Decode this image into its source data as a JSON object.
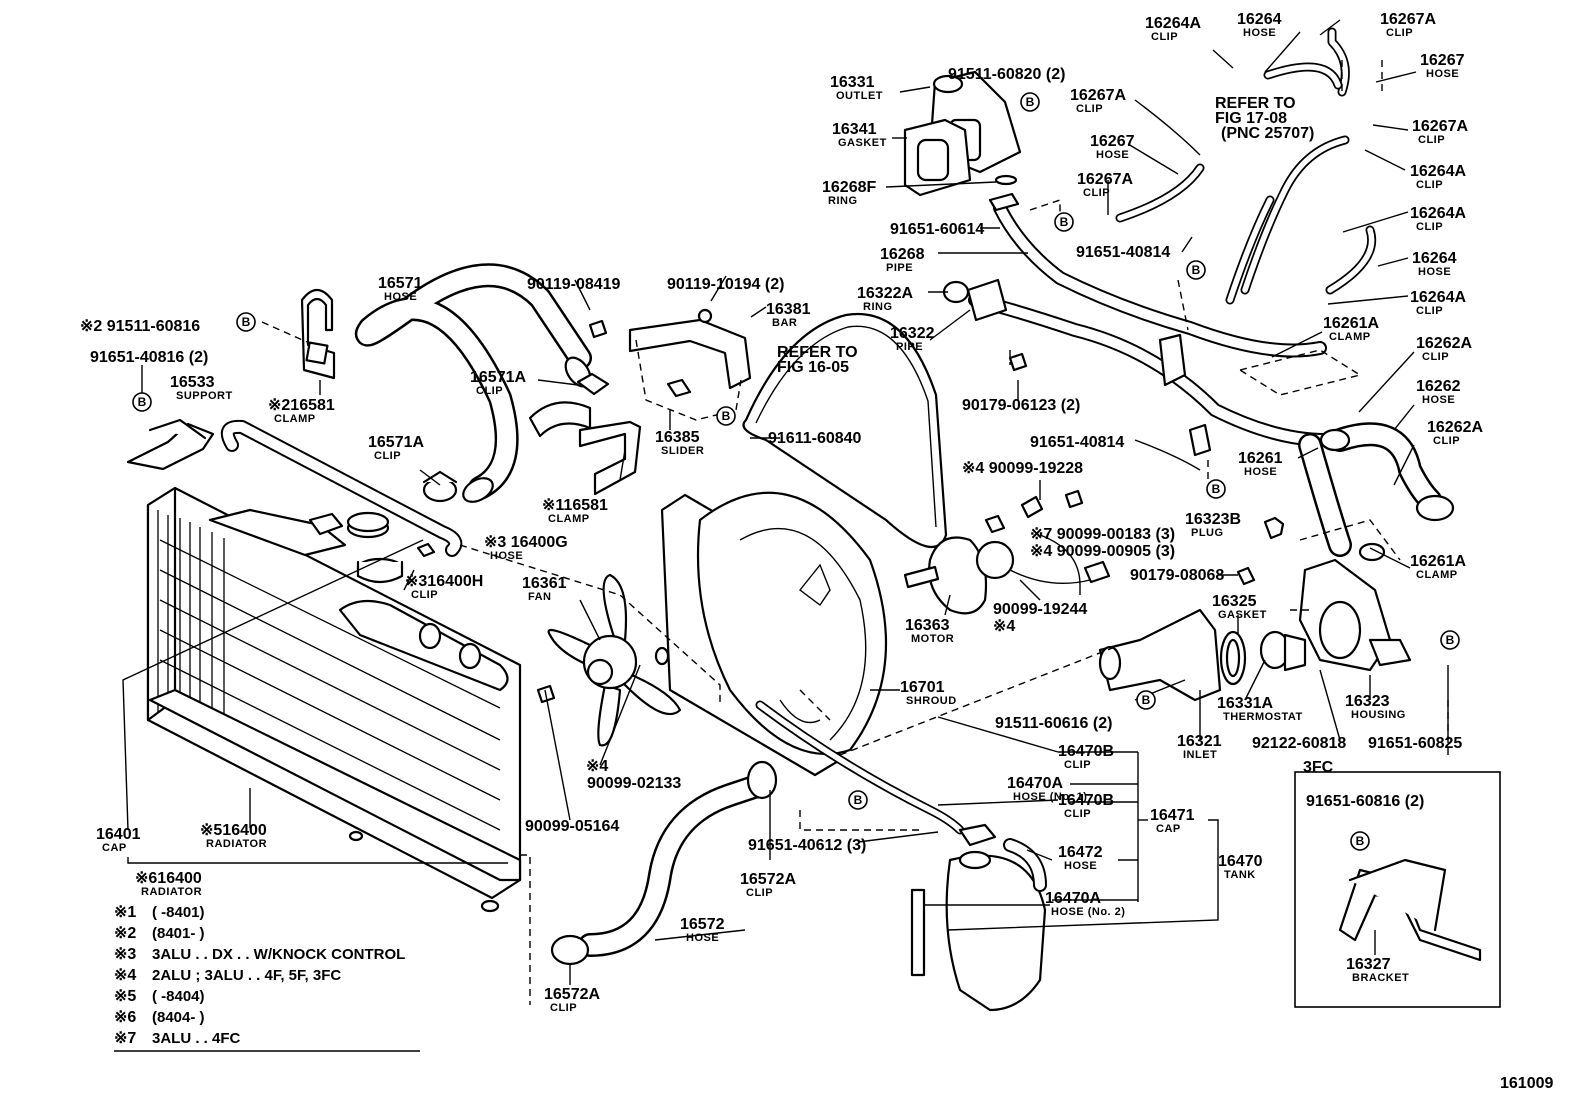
{
  "figure_number": "161009",
  "b_mark": "B",
  "callouts": [
    {
      "id": "c1",
      "part": "16264A",
      "name": "CLIP"
    },
    {
      "id": "c2",
      "part": "16264",
      "name": "HOSE"
    },
    {
      "id": "c3",
      "part": "16267A",
      "name": "CLIP"
    },
    {
      "id": "c4",
      "part": "16267",
      "name": "HOSE"
    },
    {
      "id": "c5",
      "part": "16331",
      "name": "OUTLET"
    },
    {
      "id": "c6",
      "part": "91511-60820 (2)",
      "name": ""
    },
    {
      "id": "c7",
      "part": "16267A",
      "name": "CLIP"
    },
    {
      "id": "c8",
      "part": "16341",
      "name": "GASKET"
    },
    {
      "id": "c9",
      "part": "16267",
      "name": "HOSE"
    },
    {
      "id": "c10",
      "part": "16267A",
      "name": "CLIP"
    },
    {
      "id": "c11",
      "part": "16264A",
      "name": "CLIP"
    },
    {
      "id": "c12",
      "part": "16268F",
      "name": "RING"
    },
    {
      "id": "c13",
      "part": "16267A",
      "name": "CLIP"
    },
    {
      "id": "c14",
      "part": "91651-60614",
      "name": ""
    },
    {
      "id": "c15",
      "part": "16264A",
      "name": "CLIP"
    },
    {
      "id": "c16",
      "part": "91651-40814",
      "name": ""
    },
    {
      "id": "c17",
      "part": "16264",
      "name": "HOSE"
    },
    {
      "id": "c18",
      "part": "16268",
      "name": "PIPE"
    },
    {
      "id": "c19",
      "part": "16264A",
      "name": "CLIP"
    },
    {
      "id": "c20",
      "part": "16322A",
      "name": "RING"
    },
    {
      "id": "c21",
      "part": "16571",
      "name": "HOSE"
    },
    {
      "id": "c22",
      "part": "90119-08419",
      "name": ""
    },
    {
      "id": "c23",
      "part": "90119-10194 (2)",
      "name": ""
    },
    {
      "id": "c24",
      "part": "16381",
      "name": "BAR"
    },
    {
      "id": "c25",
      "part": "16322",
      "name": "PIPE"
    },
    {
      "id": "c26",
      "part": "16261A",
      "name": "CLAMP"
    },
    {
      "id": "c27",
      "part": "16262A",
      "name": "CLIP"
    },
    {
      "id": "c28",
      "part": "※2 91511-60816",
      "name": ""
    },
    {
      "id": "c29",
      "part": "91651-40816 (2)",
      "name": ""
    },
    {
      "id": "c30",
      "part": "16533",
      "name": "SUPPORT"
    },
    {
      "id": "c31",
      "part": "※216581",
      "name": "CLAMP"
    },
    {
      "id": "c32",
      "part": "16571A",
      "name": "CLIP"
    },
    {
      "id": "c33",
      "part": "16385",
      "name": "SLIDER"
    },
    {
      "id": "c34",
      "part": "91611-60840",
      "name": ""
    },
    {
      "id": "c35",
      "part": "90179-06123 (2)",
      "name": ""
    },
    {
      "id": "c36",
      "part": "16262",
      "name": "HOSE"
    },
    {
      "id": "c37",
      "part": "16262A",
      "name": "CLIP"
    },
    {
      "id": "c38",
      "part": "16571A",
      "name": "CLIP"
    },
    {
      "id": "c39",
      "part": "91651-40814",
      "name": ""
    },
    {
      "id": "c40",
      "part": "16261",
      "name": "HOSE"
    },
    {
      "id": "c41",
      "part": "※4 90099-19228",
      "name": ""
    },
    {
      "id": "c42",
      "part": "※116581",
      "name": "CLAMP"
    },
    {
      "id": "c43",
      "part": "※3  16400G",
      "name": "HOSE"
    },
    {
      "id": "c44",
      "part": "※7 90099-00183 (3)",
      "name": ""
    },
    {
      "id": "c45",
      "part": "※4 90099-00905 (3)",
      "name": ""
    },
    {
      "id": "c46",
      "part": "16323B",
      "name": "PLUG"
    },
    {
      "id": "c47",
      "part": "16261A",
      "name": "CLAMP"
    },
    {
      "id": "c48",
      "part": "※316400H",
      "name": "CLIP"
    },
    {
      "id": "c49",
      "part": "16361",
      "name": "FAN"
    },
    {
      "id": "c50",
      "part": "90179-08068",
      "name": ""
    },
    {
      "id": "c51",
      "part": "16325",
      "name": "GASKET"
    },
    {
      "id": "c52",
      "part": "90099-19244",
      "name": ""
    },
    {
      "id": "c53",
      "part": "16363",
      "name": "MOTOR"
    },
    {
      "id": "c54",
      "part": "※4",
      "name": ""
    },
    {
      "id": "c55",
      "part": "16701",
      "name": "SHROUD"
    },
    {
      "id": "c56",
      "part": "91511-60616 (2)",
      "name": ""
    },
    {
      "id": "c57",
      "part": "16331A",
      "name": "THERMOSTAT"
    },
    {
      "id": "c58",
      "part": "16323",
      "name": "HOUSING"
    },
    {
      "id": "c59",
      "part": "16321",
      "name": "INLET"
    },
    {
      "id": "c60",
      "part": "92122-60818",
      "name": ""
    },
    {
      "id": "c61",
      "part": "91651-60825",
      "name": ""
    },
    {
      "id": "c62",
      "part": "※4",
      "name": ""
    },
    {
      "id": "c63",
      "part": "90099-02133",
      "name": ""
    },
    {
      "id": "c64",
      "part": "16470B",
      "name": "CLIP"
    },
    {
      "id": "c65",
      "part": "16470A",
      "name": "HOSE (No. 1)"
    },
    {
      "id": "c66",
      "part": "16470B",
      "name": "CLIP"
    },
    {
      "id": "c67",
      "part": "16471",
      "name": "CAP"
    },
    {
      "id": "c68",
      "part": "90099-05164",
      "name": ""
    },
    {
      "id": "c69",
      "part": "91651-40612 (3)",
      "name": ""
    },
    {
      "id": "c70",
      "part": "16401",
      "name": "CAP"
    },
    {
      "id": "c71",
      "part": "※516400",
      "name": "RADIATOR"
    },
    {
      "id": "c72",
      "part": "16572A",
      "name": "CLIP"
    },
    {
      "id": "c73",
      "part": "16472",
      "name": "HOSE"
    },
    {
      "id": "c74",
      "part": "16470",
      "name": "TANK"
    },
    {
      "id": "c75",
      "part": "※616400",
      "name": "RADIATOR"
    },
    {
      "id": "c76",
      "part": "16470A",
      "name": "HOSE (No. 2)"
    },
    {
      "id": "c77",
      "part": "16572",
      "name": "HOSE"
    },
    {
      "id": "c78",
      "part": "16572A",
      "name": "CLIP"
    },
    {
      "id": "c79",
      "part": "91651-60816 (2)",
      "name": ""
    },
    {
      "id": "c80",
      "part": "16327",
      "name": "BRACKET"
    }
  ],
  "refer_notes": [
    {
      "id": "r1",
      "lines": [
        "REFER TO",
        "FIG 17-08",
        "(PNC 25707)"
      ]
    },
    {
      "id": "r2",
      "lines": [
        "REFER TO",
        "FIG 16-05"
      ]
    }
  ],
  "inset": {
    "label": "3FC"
  },
  "footnotes": [
    {
      "mark": "※1",
      "text": "(        -8401)"
    },
    {
      "mark": "※2",
      "text": "(8401-        )"
    },
    {
      "mark": "※3",
      "text": "3ALU . . DX . . W/KNOCK CONTROL"
    },
    {
      "mark": "※4",
      "text": "2ALU ; 3ALU . . 4F, 5F, 3FC"
    },
    {
      "mark": "※5",
      "text": "(        -8404)"
    },
    {
      "mark": "※6",
      "text": "(8404-        )"
    },
    {
      "mark": "※7",
      "text": "3ALU . . 4FC"
    }
  ]
}
